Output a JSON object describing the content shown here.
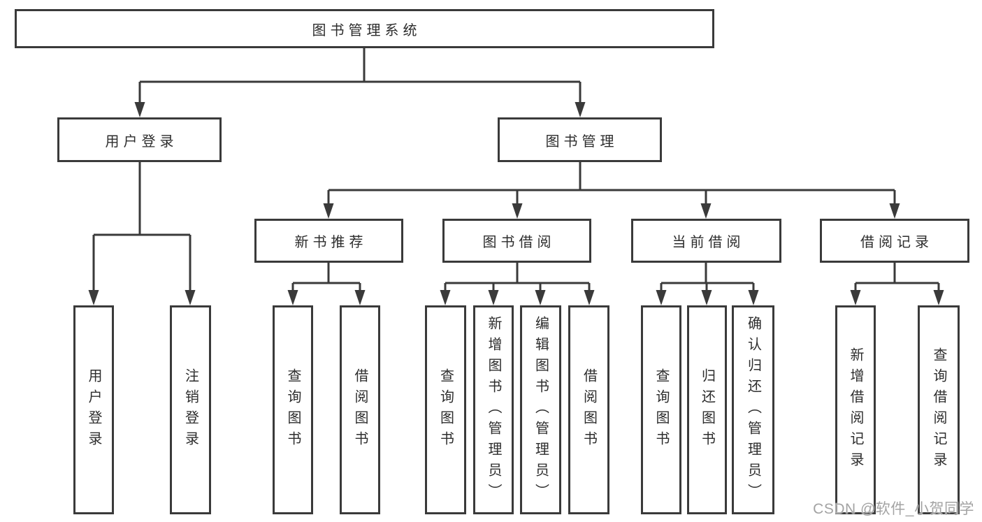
{
  "colors": {
    "line": "#3a3a3a",
    "box_border": "#3a3a3a",
    "box_fill": "#ffffff",
    "text": "#2d2d2d",
    "watermark": "#a3a3a3"
  },
  "diagram": {
    "type": "hierarchy-tree",
    "root": {
      "label": "图书管理系统"
    },
    "level2": [
      {
        "label": "用户登录",
        "parent": "图书管理系统"
      },
      {
        "label": "图书管理",
        "parent": "图书管理系统"
      }
    ],
    "level3": [
      {
        "label": "新书推荐",
        "parent": "图书管理"
      },
      {
        "label": "图书借阅",
        "parent": "图书管理"
      },
      {
        "label": "当前借阅",
        "parent": "图书管理"
      },
      {
        "label": "借阅记录",
        "parent": "图书管理"
      }
    ],
    "leaves": [
      {
        "label": "用户登录",
        "parent": "用户登录"
      },
      {
        "label": "注销登录",
        "parent": "用户登录"
      },
      {
        "label": "查询图书",
        "parent": "新书推荐"
      },
      {
        "label": "借阅图书",
        "parent": "新书推荐"
      },
      {
        "label": "查询图书",
        "parent": "图书借阅"
      },
      {
        "label": "新增图书（管理员）",
        "parent": "图书借阅"
      },
      {
        "label": "编辑图书（管理员）",
        "parent": "图书借阅"
      },
      {
        "label": "借阅图书",
        "parent": "图书借阅"
      },
      {
        "label": "查询图书",
        "parent": "当前借阅"
      },
      {
        "label": "归还图书",
        "parent": "当前借阅"
      },
      {
        "label": "确认归还（管理员）",
        "parent": "当前借阅"
      },
      {
        "label": "新增借阅记录",
        "parent": "借阅记录"
      },
      {
        "label": "查询借阅记录",
        "parent": "借阅记录"
      }
    ]
  },
  "watermark": {
    "text": "CSDN @软件_小贺同学"
  }
}
